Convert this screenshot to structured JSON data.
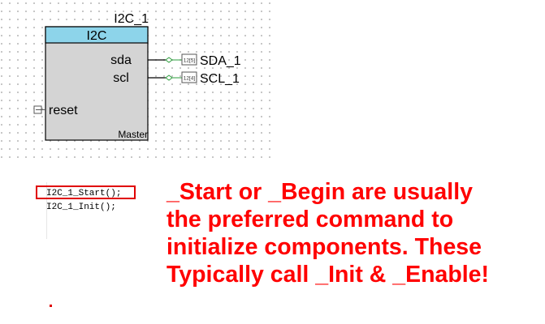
{
  "component": {
    "instance_name": "I2C_1",
    "type_label": "I2C",
    "mode_label": "Master",
    "ports": {
      "sda": "sda",
      "scl": "scl",
      "reset": "reset"
    },
    "pins": [
      {
        "name": "SDA_1",
        "tag": "12[5]"
      },
      {
        "name": "SCL_1",
        "tag": "12[4]"
      }
    ]
  },
  "code": {
    "lines": [
      "I2C_1_Start();",
      "I2C_1_Init();"
    ]
  },
  "note": {
    "lines": [
      "_Start or _Begin are usually",
      "the preferred command to",
      "initialize components. These",
      "Typically call _Init & _Enable!"
    ]
  },
  "colors": {
    "header_fill": "#8dd4ea",
    "body_fill": "#d4d4d4",
    "note_text": "#ff0000",
    "highlight_box": "#e00000",
    "wire_green": "#2e9e3e"
  }
}
